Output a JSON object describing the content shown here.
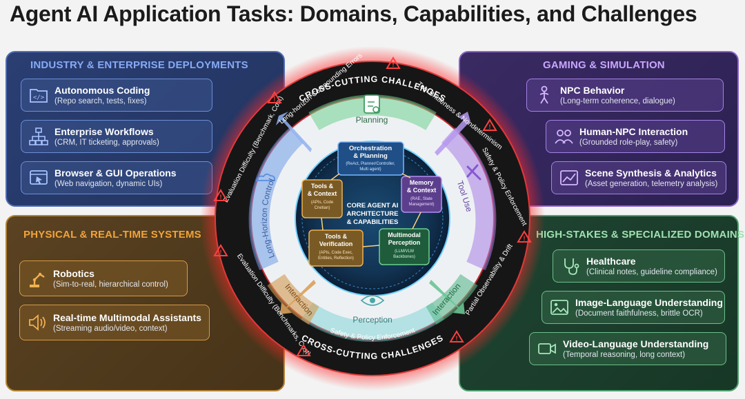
{
  "title": "Agent AI Application Tasks: Domains, Capabilities, and Challenges",
  "panels": {
    "industry": {
      "title": "Industry & Enterprise Deployments",
      "cards": [
        {
          "title": "Autonomous Coding",
          "sub": "(Repo search, tests, fixes)",
          "icon": "code-icon"
        },
        {
          "title": "Enterprise Workflows",
          "sub": "(CRM, IT ticketing, approvals)",
          "icon": "workflow-icon"
        },
        {
          "title": "Browser & GUI Operations",
          "sub": "(Web navigation, dynamic UIs)",
          "icon": "browser-cursor-icon"
        }
      ]
    },
    "gaming": {
      "title": "Gaming & Simulation",
      "cards": [
        {
          "title": "NPC Behavior",
          "sub": "(Long-term coherence, dialogue)",
          "icon": "npc-figure-icon"
        },
        {
          "title": "Human-NPC Interaction",
          "sub": "(Grounded role-play, safety)",
          "icon": "people-icon"
        },
        {
          "title": "Scene Synthesis & Analytics",
          "sub": "(Asset generation, telemetry analysis)",
          "icon": "scene-chart-icon"
        }
      ]
    },
    "physical": {
      "title": "Physical & Real-Time Systems",
      "cards": [
        {
          "title": "Robotics",
          "sub": "(Sim-to-real, hierarchical control)",
          "icon": "robot-arm-icon"
        },
        {
          "title": "Real-time Multimodal Assistants",
          "sub": "(Streaming audio/video, context)",
          "icon": "speaker-icon"
        }
      ]
    },
    "high": {
      "title": "High-Stakes & Specialized Domains",
      "cards": [
        {
          "title": "Healthcare",
          "sub": "(Clinical notes, guideline compliance)",
          "icon": "stethoscope-icon"
        },
        {
          "title": "Image-Language Understanding",
          "sub": "(Document faithfulness, brittle OCR)",
          "icon": "image-icon"
        },
        {
          "title": "Video-Language Understanding",
          "sub": "(Temporal reasoning, long context)",
          "icon": "video-camera-icon"
        }
      ]
    }
  },
  "ring": {
    "top_label": "CROSS-CUTTING CHALLENGES",
    "bottom_label": "CROSS-CUTTING CHALLENGES",
    "challenges": {
      "long_horizon": "Long-horizon Compounding Errors",
      "tool_brittle": "Tool Brittleness & Nondeterminism",
      "safety_right": "Safety & Policy Enforcement",
      "eval_upper": "Evaluation Difficulty (Benchmark, Cost)",
      "eval_lower": "Evaluation Difficulty (Benchmarks, Cost)",
      "partial_obs": "Partial Observability & Drift",
      "safety_bottom": "Safety & Policy Enforcement"
    }
  },
  "capabilities": {
    "planning": "Planning",
    "tool_use": "Tool Use",
    "perception": "Perception",
    "long_horizon_control": "Long-Horizon Control",
    "interaction_left": "Interaction",
    "interaction_right": "Interaction"
  },
  "core": {
    "center": [
      "CORE AGENT AI",
      "ARCHITECTURE",
      "& CAPABILITIES"
    ],
    "modules": {
      "orch": {
        "title": [
          "Orchestration",
          "& Planning"
        ],
        "sub": [
          "(ReAct, Planner/Controller,",
          "Multi agent)"
        ]
      },
      "memory": {
        "title": [
          "Memory",
          "& Context"
        ],
        "sub": [
          "(RAE, State",
          "Management)"
        ]
      },
      "multimodal": {
        "title": [
          "Multimodal",
          "Perception"
        ],
        "sub": [
          "(LLM/VLM",
          "Backbones)"
        ]
      },
      "tools_verif": {
        "title": [
          "Tools &",
          "Verification"
        ],
        "sub": [
          "(APIs, Code Exec,",
          "Entities, Reflection)"
        ]
      },
      "tools_ctx": {
        "title": [
          "Tools &",
          "& Context"
        ],
        "sub": [
          "(APIs, Code",
          "Cnetian)"
        ]
      }
    }
  },
  "colors": {
    "ring_red": "#c7282f",
    "planning_green": "#58c07c",
    "tool_purple": "#9b6ae0",
    "perception_teal": "#5fc9c9",
    "control_blue": "#5b8ee0",
    "interaction_orange": "#d08a3a"
  }
}
